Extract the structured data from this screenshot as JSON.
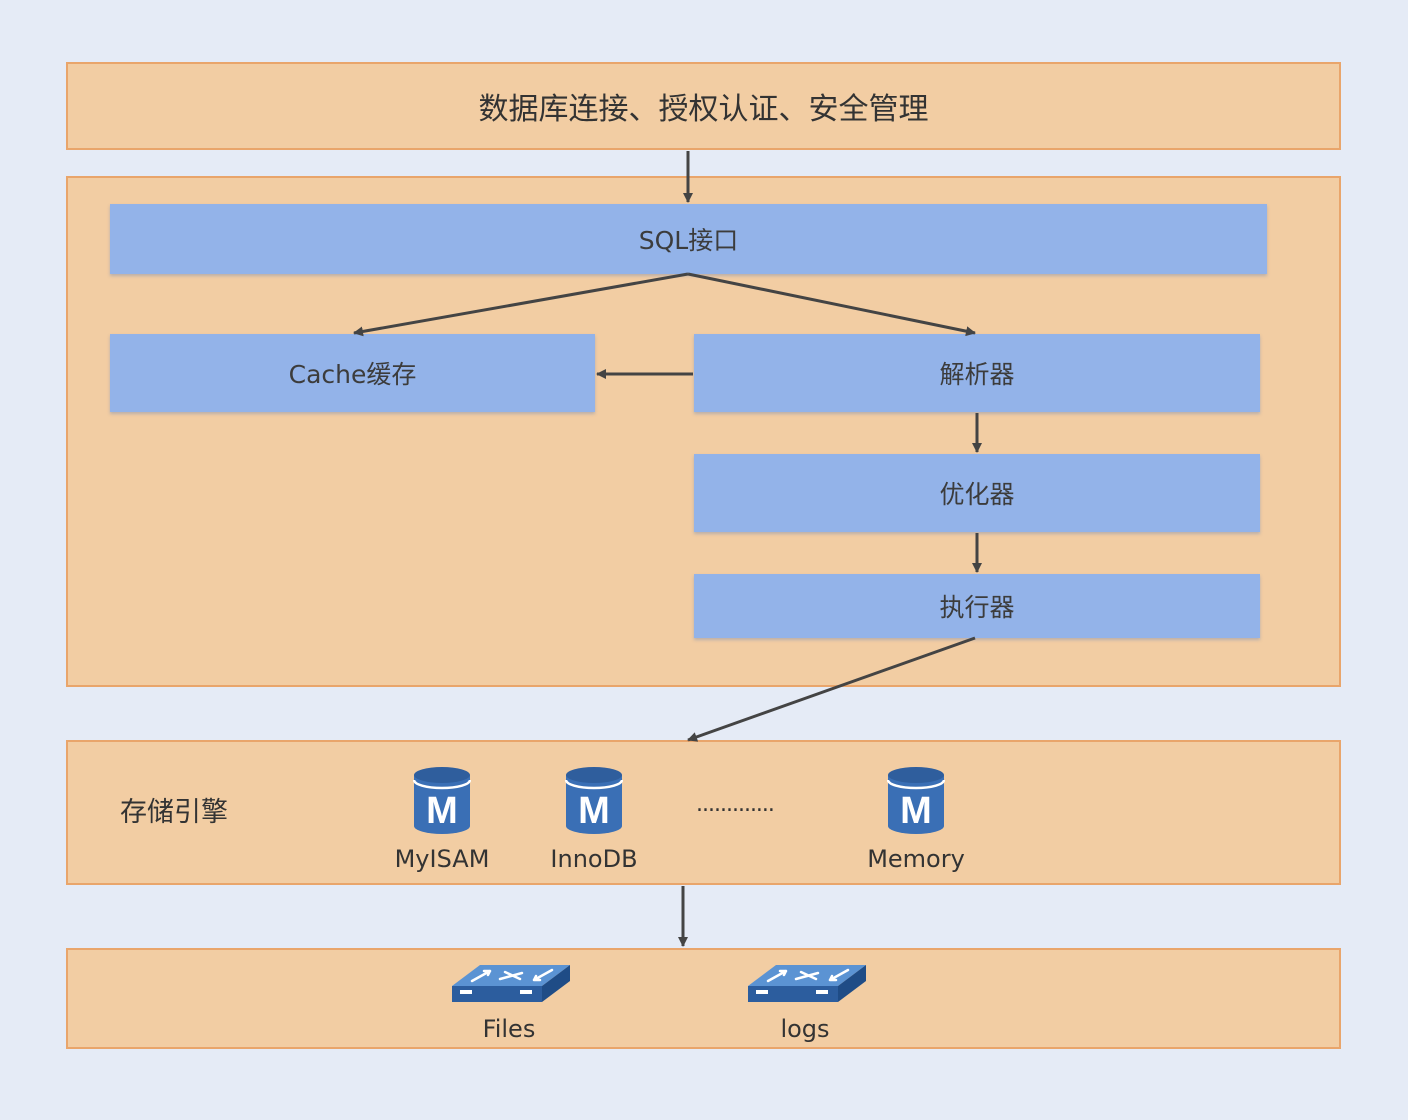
{
  "top_layer": {
    "label": "数据库连接、授权认证、安全管理"
  },
  "server_layer": {
    "sql_interface": "SQL接口",
    "cache": "Cache缓存",
    "parser": "解析器",
    "optimizer": "优化器",
    "executor": "执行器"
  },
  "storage_layer": {
    "label": "存储引擎",
    "ellipsis": ".............",
    "engines": [
      {
        "icon": "mysql-database-icon",
        "icon_letter": "M",
        "name": "MyISAM"
      },
      {
        "icon": "mysql-database-icon",
        "icon_letter": "M",
        "name": "InnoDB"
      },
      {
        "icon": "mysql-database-icon",
        "icon_letter": "M",
        "name": "Memory"
      }
    ]
  },
  "file_layer": {
    "items": [
      {
        "icon": "network-switch-icon",
        "name": "Files"
      },
      {
        "icon": "network-switch-icon",
        "name": "logs"
      }
    ]
  },
  "colors": {
    "background": "#e5ebf6",
    "layer_fill": "#f2cda3",
    "layer_border": "#e9a56b",
    "module_fill": "#93b3e9",
    "icon_blue": "#3a6fb5",
    "arrow": "#444444"
  }
}
